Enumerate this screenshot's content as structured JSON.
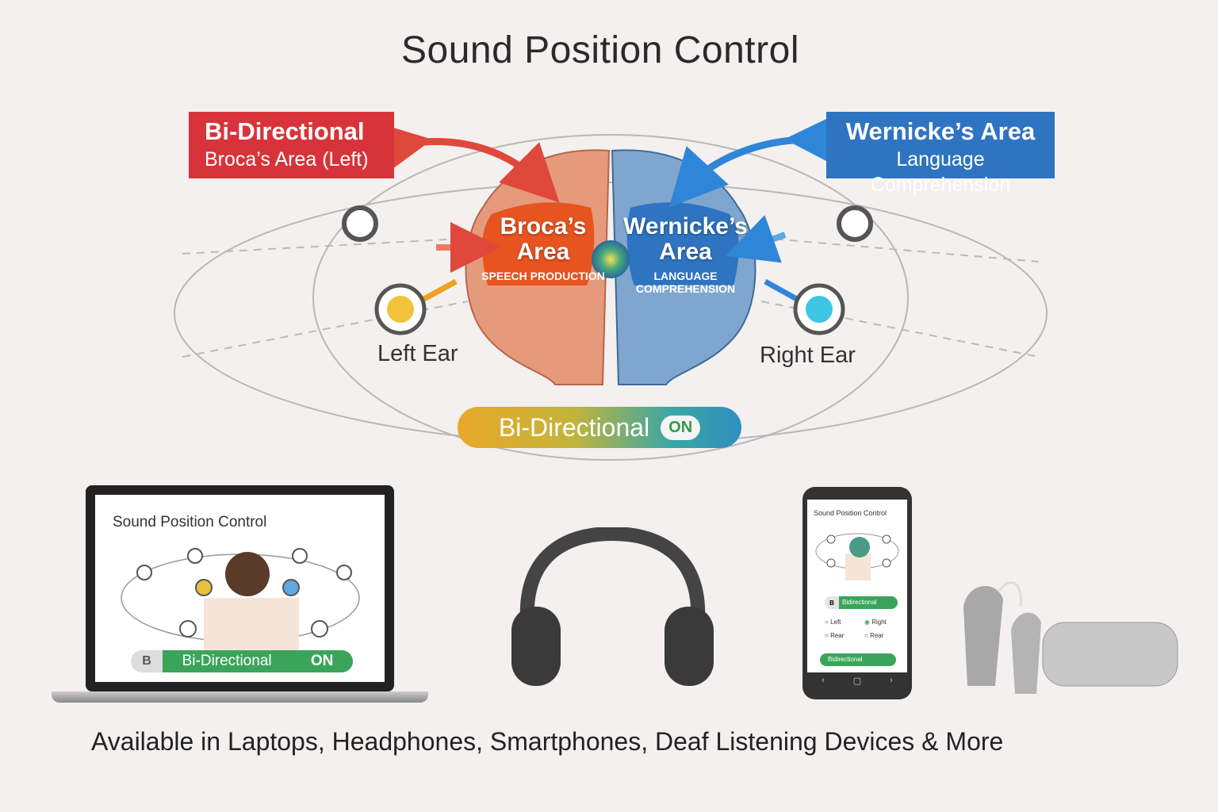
{
  "title": "Sound Position Control",
  "left_box": {
    "heading": "Bi-Directional",
    "sub": "Broca’s Area (Left)"
  },
  "right_box": {
    "heading": "Wernicke’s Area",
    "sub": "Language Comprehension"
  },
  "brain": {
    "left": {
      "name": "Broca’s",
      "name2": "Area",
      "desc": "SPEECH PRODUCTION"
    },
    "right": {
      "name": "Wernicke’s",
      "name2": "Area",
      "desc": "LANGUAGE COMPREHENSION"
    }
  },
  "ears": {
    "left": "Left Ear",
    "right": "Right Ear"
  },
  "toggle": {
    "label": "Bi-Directional",
    "state": "ON"
  },
  "laptop": {
    "title": "Sound Position Control",
    "b_label": "B",
    "toggle_label": "Bi-Directional",
    "toggle_state": "ON"
  },
  "phone": {
    "title": "Sound Position Control",
    "b_label": "B",
    "mode_label": "Bidirectional",
    "options": [
      {
        "label": "Left",
        "selected": false
      },
      {
        "label": "Right",
        "selected": true
      },
      {
        "label": "Rear",
        "selected": false
      },
      {
        "label": "Rear",
        "selected": false
      }
    ],
    "toggle_label": "Bidirectional",
    "nav": [
      "‹",
      "▢",
      "›"
    ]
  },
  "caption": "Available in Laptops, Headphones, Smartphones, Deaf Listening Devices & More",
  "colors": {
    "red": "#d8333a",
    "blue": "#2f74c0",
    "green": "#3aa55a",
    "background": "#f3f0ef"
  }
}
